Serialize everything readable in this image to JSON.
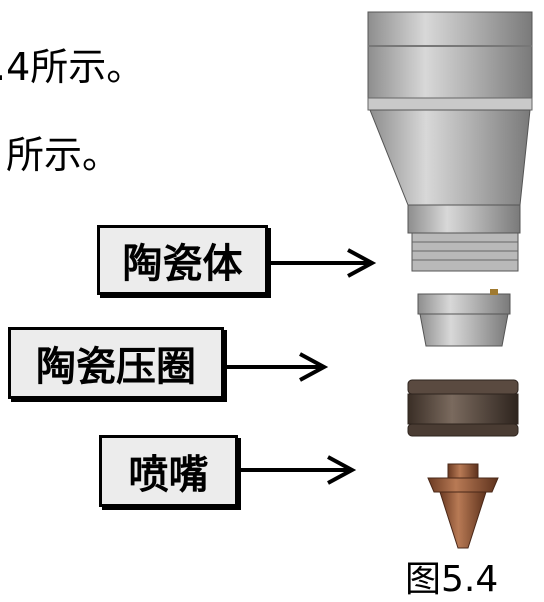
{
  "text": {
    "line1": ".4所示。",
    "line2": "所示。"
  },
  "labels": {
    "ceramic_body": "陶瓷体",
    "ceramic_ring": "陶瓷压圈",
    "nozzle": "喷嘴"
  },
  "figure": {
    "caption": "图5.4"
  },
  "colors": {
    "label_fill": "#ececec",
    "nozzle_copper": "#9a5a3c"
  }
}
